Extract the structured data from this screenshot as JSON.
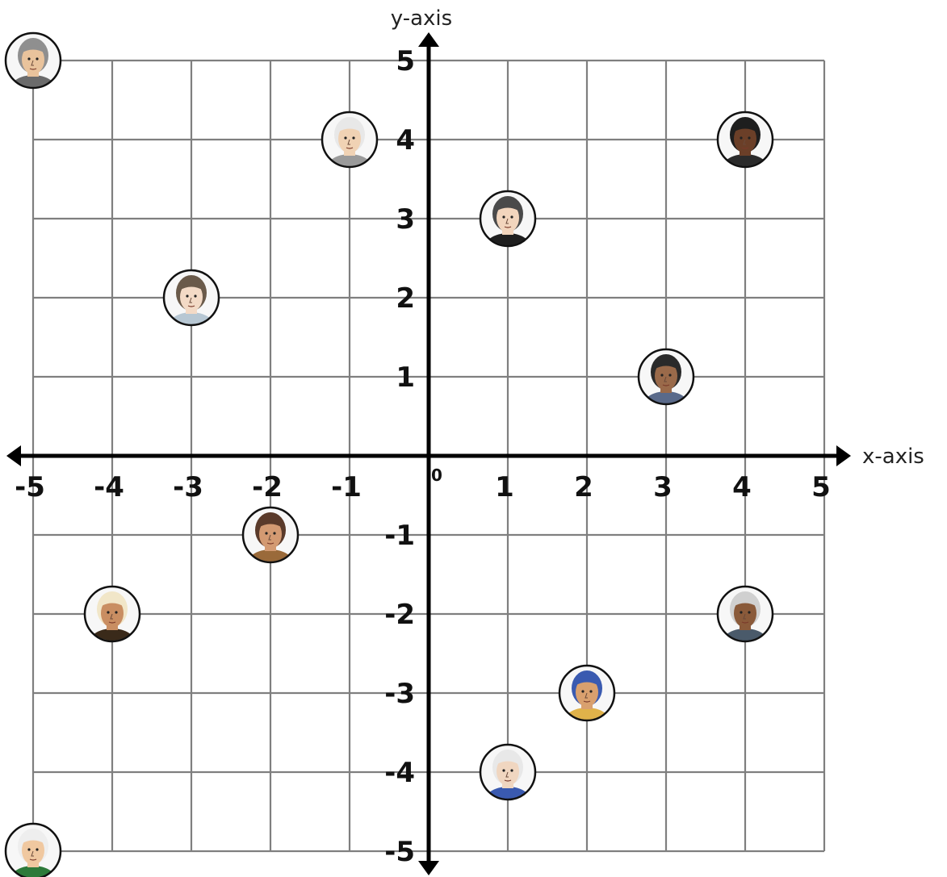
{
  "axes": {
    "x_label": "x-axis",
    "y_label": "y-axis",
    "origin_label": "0",
    "x_ticks": [
      "-5",
      "-4",
      "-3",
      "-2",
      "-1",
      "1",
      "2",
      "3",
      "4",
      "5"
    ],
    "y_ticks": [
      "5",
      "4",
      "3",
      "2",
      "1",
      "-1",
      "-2",
      "-3",
      "-4",
      "-5"
    ]
  },
  "chart_data": {
    "type": "scatter",
    "xlim": [
      -5,
      5
    ],
    "ylim": [
      -5,
      5
    ],
    "grid": true,
    "points": [
      {
        "x": -5,
        "y": 5,
        "icon": "portrait-bearded-elder-icon",
        "skin": "#e9c39c",
        "hair": "#8f8f8f",
        "cloth": "#6b6b6b"
      },
      {
        "x": -1,
        "y": 4,
        "icon": "portrait-white-bearded-man-icon",
        "skin": "#f0d2b4",
        "hair": "#e8e8e8",
        "cloth": "#9a9a9a"
      },
      {
        "x": 4,
        "y": 4,
        "icon": "portrait-man-suit-icon",
        "skin": "#6b3f28",
        "hair": "#1e1e1e",
        "cloth": "#2b2b2b"
      },
      {
        "x": 1,
        "y": 3,
        "icon": "portrait-woman-dark-dress-icon",
        "skin": "#f2d5bd",
        "hair": "#4a4a4a",
        "cloth": "#1f1f1f"
      },
      {
        "x": -3,
        "y": 2,
        "icon": "portrait-woman-nurse-icon",
        "skin": "#f3dac6",
        "hair": "#6a5a4a",
        "cloth": "#b7c7d3"
      },
      {
        "x": 3,
        "y": 1,
        "icon": "portrait-woman-glasses-icon",
        "skin": "#9a6a4a",
        "hair": "#2a2a2a",
        "cloth": "#5a6a8a"
      },
      {
        "x": -2,
        "y": -1,
        "icon": "portrait-roman-man-icon",
        "skin": "#d39a72",
        "hair": "#5a3a2a",
        "cloth": "#9a6a3a"
      },
      {
        "x": -4,
        "y": -2,
        "icon": "portrait-turbaned-scholar-icon",
        "skin": "#c98e62",
        "hair": "#f1e6c8",
        "cloth": "#3a2a1a"
      },
      {
        "x": 4,
        "y": -2,
        "icon": "portrait-grey-haired-man-icon",
        "skin": "#8a5a3a",
        "hair": "#d0d0d0",
        "cloth": "#4a5a6a"
      },
      {
        "x": 2,
        "y": -3,
        "icon": "portrait-pharaoh-icon",
        "skin": "#d9a06e",
        "hair": "#3a5ab0",
        "cloth": "#e0b24a"
      },
      {
        "x": 1,
        "y": -4,
        "icon": "portrait-queen-veil-icon",
        "skin": "#f0d6c0",
        "hair": "#e8e8e8",
        "cloth": "#3a5ab0"
      },
      {
        "x": -5,
        "y": -5,
        "icon": "portrait-white-haired-scientist-icon",
        "skin": "#f0c8a0",
        "hair": "#eeeeee",
        "cloth": "#2e7a3a"
      }
    ]
  },
  "colors": {
    "grid": "#7f7f7f",
    "axis": "#000000",
    "marker_border": "#111111"
  }
}
